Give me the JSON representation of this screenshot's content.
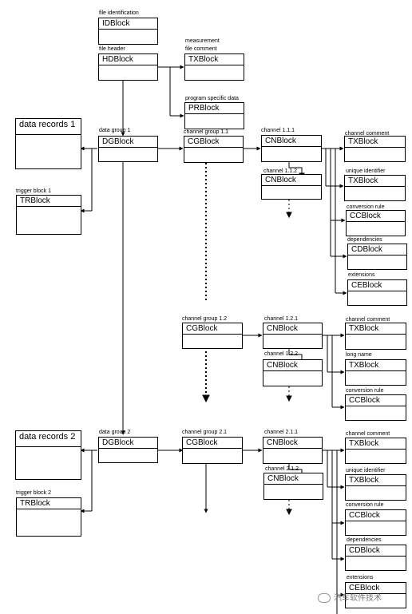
{
  "blocks": {
    "id": "IDBlock",
    "hd": "HDBlock",
    "tx_hd": "TXBlock",
    "pr": "PRBlock",
    "dr1": "data records 1",
    "dg1": "DGBlock",
    "cg11": "CGBlock",
    "cn111": "CNBlock",
    "cn112": "CNBlock",
    "tx1": "TXBlock",
    "tx2": "TXBlock",
    "cc1": "CCBlock",
    "cd1": "CDBlock",
    "ce1": "CEBlock",
    "tr1": "TRBlock",
    "cg12": "CGBlock",
    "cn121": "CNBlock",
    "cn122": "CNBlock",
    "tx3": "TXBlock",
    "tx4": "TXBlock",
    "cc2": "CCBlock",
    "dr2": "data records 2",
    "dg2": "DGBlock",
    "cg21": "CGBlock",
    "cn211": "CNBlock",
    "cn212": "CNBlock",
    "tx5": "TXBlock",
    "tx6": "TXBlock",
    "cc3": "CCBlock",
    "cd2": "CDBlock",
    "ce2": "CEBlock",
    "tr2": "TRBlock"
  },
  "labels": {
    "file_identification": "file identification",
    "file_header": "file header",
    "measurement": "measurement",
    "file_comment": "file comment",
    "program_specific_data": "program specific data",
    "data_group_1": "data group 1",
    "channel_group_11": "channel group 1.1",
    "channel_111": "channel 1.1.1",
    "channel_112": "channel 1.1.2",
    "channel_comment_1": "channel comment",
    "unique_identifier_1": "unique identifier",
    "conversion_rule_1": "conversion rule",
    "dependencies_1": "dependencies",
    "extensions_1": "extensions",
    "trigger_block_1": "trigger block 1",
    "channel_group_12": "channel group 1.2",
    "channel_121": "channel 1.2.1",
    "channel_122": "channel 1.2.2",
    "channel_comment_2": "channel comment",
    "long_name": "long name",
    "conversion_rule_2": "conversion rule",
    "data_group_2": "data group 2",
    "channel_group_21": "channel group 2.1",
    "channel_211": "channel 2.1.1",
    "channel_212": "channel 2.1.2",
    "channel_comment_3": "channel comment",
    "unique_identifier_2": "unique identifier",
    "conversion_rule_3": "conversion rule",
    "dependencies_2": "dependencies",
    "extensions_2": "extensions",
    "trigger_block_2": "trigger block 2"
  },
  "watermark": "汽车软件技术"
}
